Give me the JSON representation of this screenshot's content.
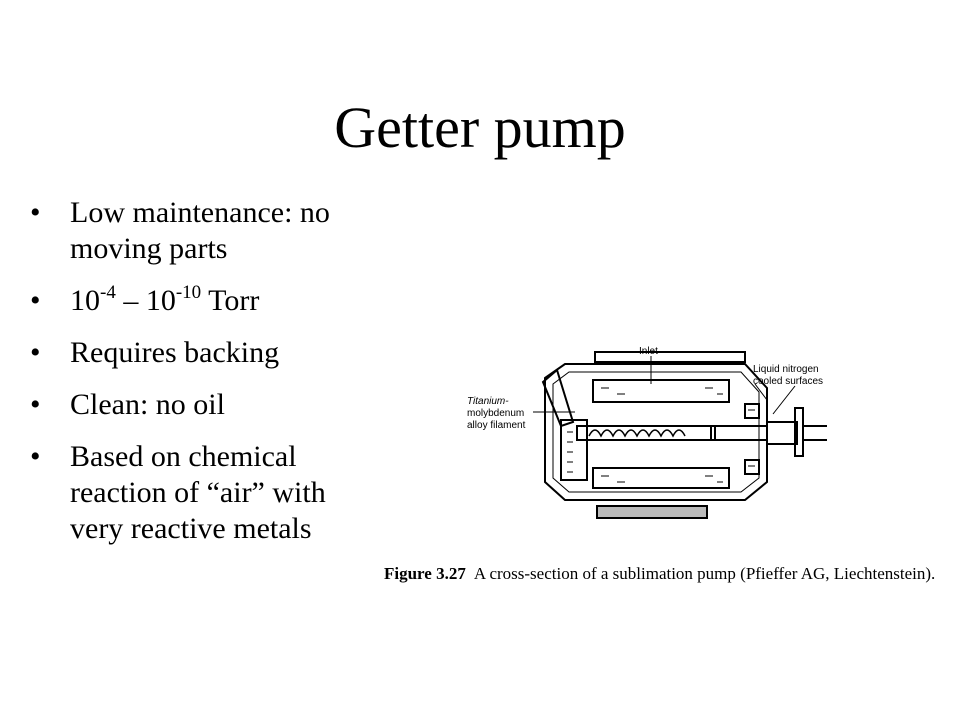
{
  "slide": {
    "title": "Getter pump",
    "bullets": [
      {
        "text": "Low maintenance: no moving parts"
      },
      {
        "pre": "10",
        "sup1": "-4",
        "mid": " – 10",
        "sup2": "-10",
        "post": " Torr"
      },
      {
        "text": "Requires backing"
      },
      {
        "text": "Clean: no oil"
      },
      {
        "text": "Based on chemical reaction of “air” with very reactive metals"
      }
    ],
    "bullet_glyph": "•"
  },
  "figure": {
    "labels": {
      "inlet": "Inlet",
      "ln2_line1": "Liquid nitrogen",
      "ln2_line2": "cooled surfaces",
      "ti_line1": "Titanium-",
      "ti_line2": "molybdenum",
      "ti_line3": "alloy filament"
    },
    "caption_number": "Figure 3.27",
    "caption_text": "A cross-section of a sublimation pump (Pfieffer AG, Liechtenstein)."
  }
}
